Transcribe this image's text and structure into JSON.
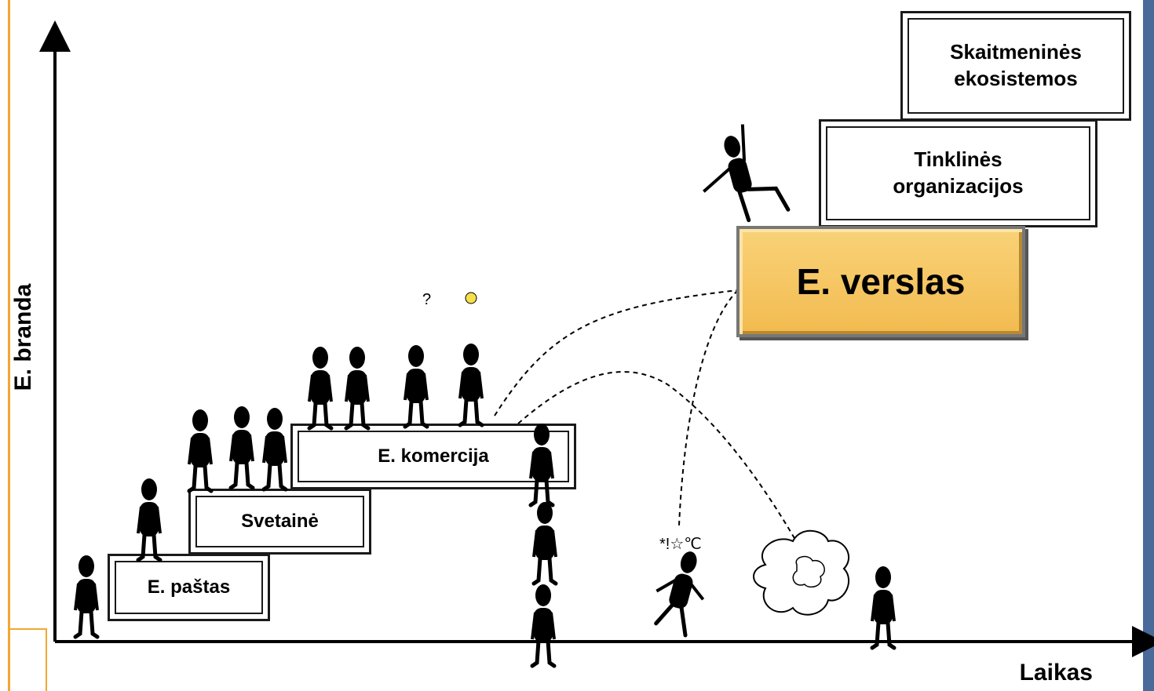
{
  "axes": {
    "y_label": "E. branda",
    "x_label": "Laikas"
  },
  "steps": [
    {
      "key": "epastas",
      "label": "E. paštas"
    },
    {
      "key": "svetaine",
      "label": "Svetainė"
    },
    {
      "key": "ekomercija",
      "label": "E. komercija"
    },
    {
      "key": "everslas",
      "label": "E. verslas"
    },
    {
      "key": "tinklines",
      "label": "Tinklinės organizacijos"
    },
    {
      "key": "skaitmenines",
      "label": "Skaitmeninės ekosistemos"
    }
  ],
  "colors": {
    "highlight": "#f2bb50",
    "frame_orange": "#f0a830",
    "frame_blue": "#4a6a9a"
  }
}
